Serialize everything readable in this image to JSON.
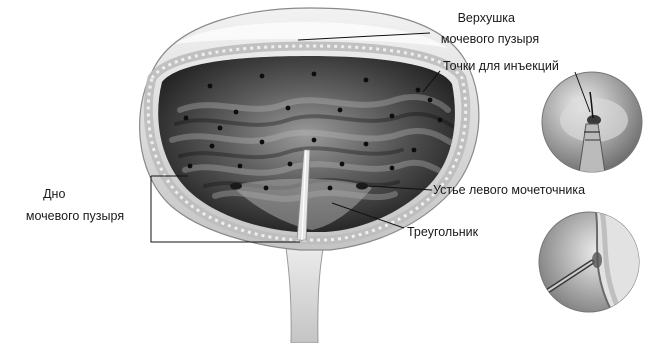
{
  "labels": {
    "apex": [
      "Верхушка",
      "мочевого пузыря"
    ],
    "injection_points": "Точки для инъекций",
    "ureter_orifice": "Устье левого мочеточника",
    "trigone": "Треугольник",
    "base": [
      "Дно",
      "мочевого пузыря"
    ]
  },
  "colors": {
    "wall": "#d8d8d8",
    "wall_texture": "#ececec",
    "cavity_dark": "#2a2a2a",
    "injection_point": "#0d0d0d",
    "leader_line": "#111111"
  },
  "illustration": {
    "injection_point_count": 25,
    "detail_views": [
      "needle-tip-closeup",
      "wall-injection-closeup"
    ]
  }
}
